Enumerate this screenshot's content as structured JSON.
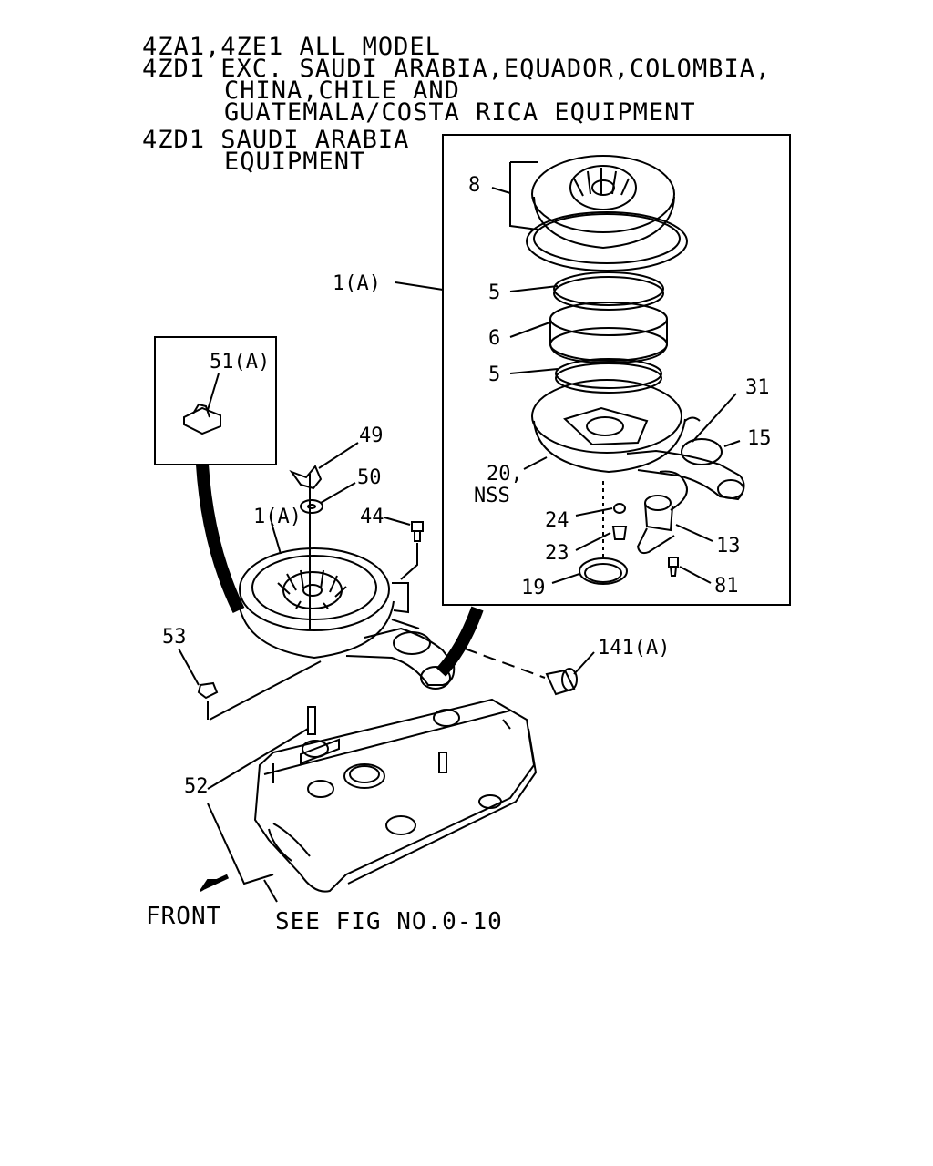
{
  "header": {
    "lines": [
      "4ZA1,4ZE1 ALL MODEL",
      "4ZD1 EXC. SAUDI ARABIA,EQUADOR,COLOMBIA,",
      "CHINA,CHILE AND",
      "GUATEMALA/COSTA RICA EQUIPMENT",
      "4ZD1 SAUDI ARABIA",
      "EQUIPMENT"
    ]
  },
  "callouts": {
    "c8": "8",
    "c1a_detail": "1(A)",
    "c5_top": "5",
    "c6": "6",
    "c5_bottom": "5",
    "c31": "31",
    "c15": "15",
    "c20": "20,",
    "nss": "NSS",
    "c24": "24",
    "c13": "13",
    "c23": "23",
    "c19": "19",
    "c81": "81",
    "c51a": "51(A)",
    "c49": "49",
    "c50": "50",
    "c44": "44",
    "c1a_main": "1(A)",
    "c53": "53",
    "c141a": "141(A)",
    "c52": "52"
  },
  "footer": {
    "front": "FRONT",
    "see_fig": "SEE FIG NO.0-10"
  },
  "icons": [
    "front-arrow-icon"
  ]
}
